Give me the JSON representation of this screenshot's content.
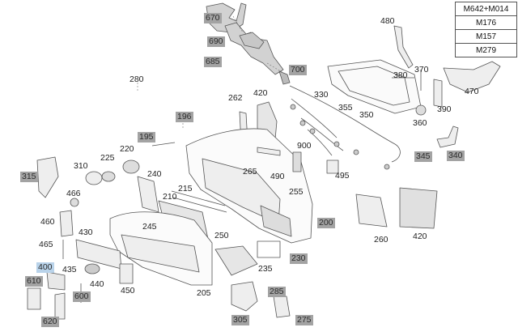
{
  "variants": [
    "M642+M014",
    "M176",
    "M157",
    "M279"
  ],
  "callouts": [
    {
      "id": "670",
      "hl": true
    },
    {
      "id": "690",
      "hl": true
    },
    {
      "id": "685",
      "hl": true
    },
    {
      "id": "700",
      "hl": true
    },
    {
      "id": "480",
      "hl": false
    },
    {
      "id": "370",
      "hl": false
    },
    {
      "id": "380",
      "hl": false
    },
    {
      "id": "470",
      "hl": false
    },
    {
      "id": "280",
      "hl": false
    },
    {
      "id": "420",
      "hl": false
    },
    {
      "id": "330",
      "hl": false
    },
    {
      "id": "262",
      "hl": false
    },
    {
      "id": "355",
      "hl": false
    },
    {
      "id": "350",
      "hl": false
    },
    {
      "id": "390",
      "hl": false
    },
    {
      "id": "360",
      "hl": false
    },
    {
      "id": "196",
      "hl": true
    },
    {
      "id": "195",
      "hl": true
    },
    {
      "id": "220",
      "hl": false
    },
    {
      "id": "225",
      "hl": false
    },
    {
      "id": "310",
      "hl": false
    },
    {
      "id": "900",
      "hl": false
    },
    {
      "id": "345",
      "hl": true
    },
    {
      "id": "340",
      "hl": true
    },
    {
      "id": "315",
      "hl": true
    },
    {
      "id": "240",
      "hl": false
    },
    {
      "id": "265",
      "hl": false
    },
    {
      "id": "490",
      "hl": false
    },
    {
      "id": "495",
      "hl": false
    },
    {
      "id": "466",
      "hl": false
    },
    {
      "id": "215",
      "hl": false
    },
    {
      "id": "210",
      "hl": false
    },
    {
      "id": "255",
      "hl": false
    },
    {
      "id": "200",
      "hl": true
    },
    {
      "id": "460",
      "hl": false
    },
    {
      "id": "245",
      "hl": false
    },
    {
      "id": "260",
      "hl": false
    },
    {
      "id": "420",
      "hl": false
    },
    {
      "id": "430",
      "hl": false
    },
    {
      "id": "250",
      "hl": false
    },
    {
      "id": "465",
      "hl": false
    },
    {
      "id": "230",
      "hl": true
    },
    {
      "id": "400",
      "hl": "sel"
    },
    {
      "id": "435",
      "hl": false
    },
    {
      "id": "235",
      "hl": false
    },
    {
      "id": "610",
      "hl": true
    },
    {
      "id": "440",
      "hl": false
    },
    {
      "id": "450",
      "hl": false
    },
    {
      "id": "205",
      "hl": false
    },
    {
      "id": "600",
      "hl": true
    },
    {
      "id": "285",
      "hl": true
    },
    {
      "id": "620",
      "hl": true
    },
    {
      "id": "305",
      "hl": true
    },
    {
      "id": "275",
      "hl": true
    }
  ]
}
